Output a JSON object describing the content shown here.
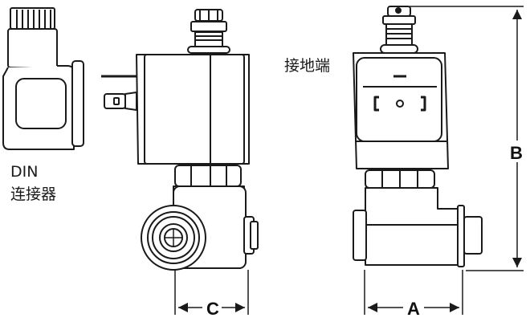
{
  "labels": {
    "din_line1": "DIN",
    "din_line2": "连接器",
    "ground_terminal": "接地端"
  },
  "dimensions": {
    "a": "A",
    "b": "B",
    "c": "C"
  },
  "colors": {
    "line": "#1a1a1a",
    "fill": "#ffffff"
  }
}
